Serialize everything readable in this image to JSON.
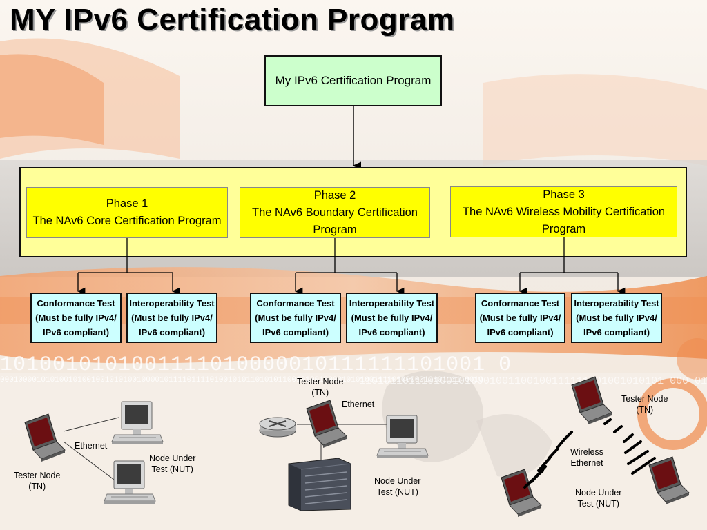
{
  "title": "MY IPv6 Certification Program",
  "top_box": "My IPv6 Certification Program",
  "phases": [
    {
      "line1": "Phase 1",
      "line2": "The NAv6 Core Certification Program"
    },
    {
      "line1": "Phase 2",
      "line2": "The NAv6 Boundary Certification Program"
    },
    {
      "line1": "Phase 3",
      "line2": "The NAv6 Wireless Mobility Certification Program"
    }
  ],
  "tests": {
    "conformance": "Conformance Test",
    "interoperability": "Interoperability Test",
    "req1": "(Must be fully IPv4/",
    "req2": "IPv6 compliant)"
  },
  "binary_text": {
    "row1": "1010010101001111010000010111111101001 0",
    "row2": "00010000101010010100100101010010000101111011110100101011010101100101001000010101001111010000010101111 0010",
    "row3": "1101011011101001010001001100100111111101001010101 000 01"
  },
  "network1": {
    "tester_line1": "Tester Node",
    "tester_line2": "(TN)",
    "ethernet": "Ethernet",
    "nut_line1": "Node Under",
    "nut_line2": "Test (NUT)"
  },
  "network2": {
    "tester_line1": "Tester Node",
    "tester_line2": "(TN)",
    "ethernet": "Ethernet",
    "nut_line1": "Node Under",
    "nut_line2": "Test (NUT)"
  },
  "network3": {
    "tester_line1": "Tester Node",
    "tester_line2": "(TN)",
    "wireless_line1": "Wireless",
    "wireless_line2": "Ethernet",
    "nut_line1": "Node Under",
    "nut_line2": "Test (NUT)"
  },
  "colors": {
    "top_box": "#ccffcc",
    "phase_panel": "#ffff99",
    "phase_box": "#ffff00",
    "test_box": "#ccffff",
    "background_accent": "#f08a4b"
  }
}
